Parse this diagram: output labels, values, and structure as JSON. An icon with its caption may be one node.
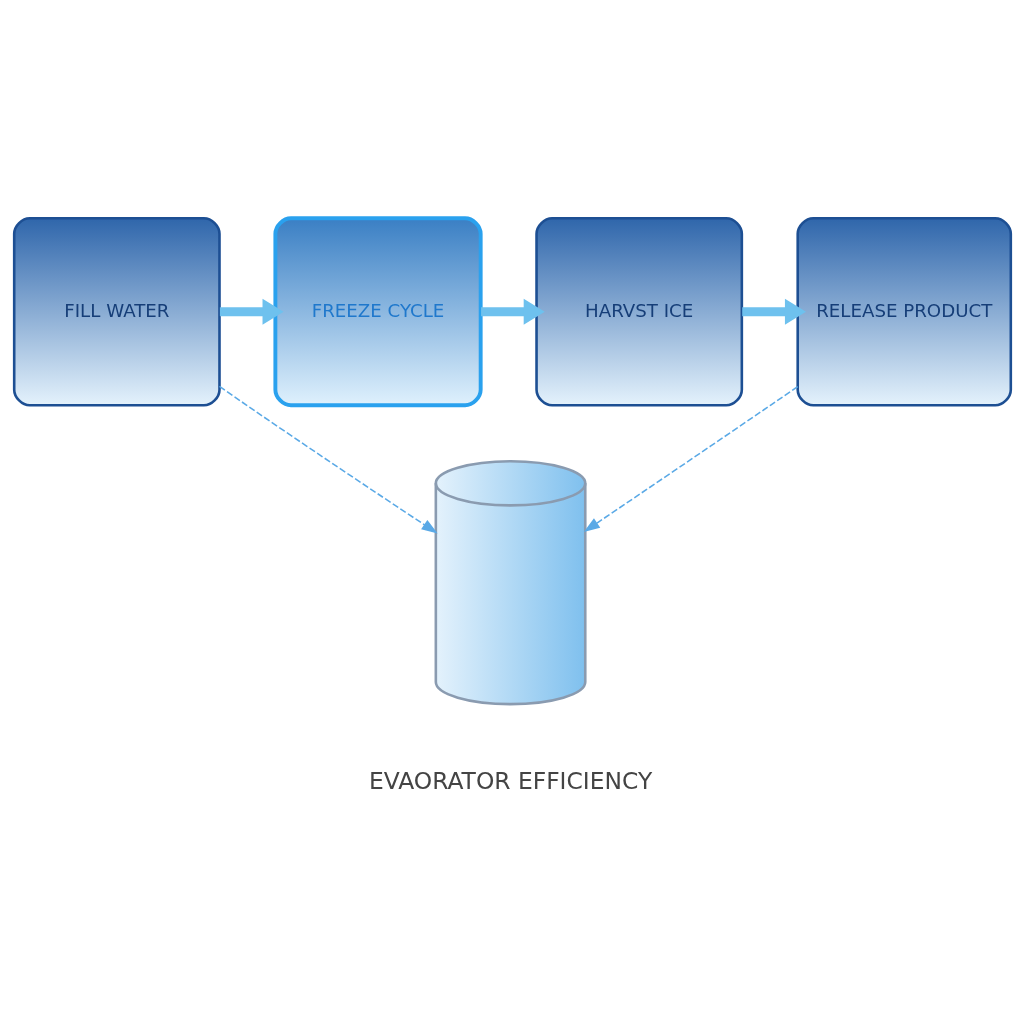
{
  "diagram": {
    "nodes": [
      {
        "text": [
          "FILL WATER"
        ]
      },
      {
        "text": [
          "FREEZE CYCLE"
        ]
      },
      {
        "text": [
          "HARVST ICE"
        ]
      },
      {
        "text": [
          "RELEASE PRODUCT"
        ]
      },
      {
        "text": [],
        "shape": "picture"
      }
    ],
    "edges": [
      {
        "from": 0,
        "to": 1,
        "arrow": "to"
      },
      {
        "from": 1,
        "to": 2,
        "arrow": "to"
      },
      {
        "from": 2,
        "to": 3,
        "arrow": "to"
      },
      {
        "from": 0,
        "to": 4,
        "arrow": "to",
        "style": "dashed",
        "color": "#5aa9e6"
      },
      {
        "from": 3,
        "to": 4,
        "arrow": "to",
        "style": "dashed",
        "color": "#5aa9e6"
      }
    ],
    "labels": [
      "EVAORATOR EFFICIENCY"
    ]
  }
}
